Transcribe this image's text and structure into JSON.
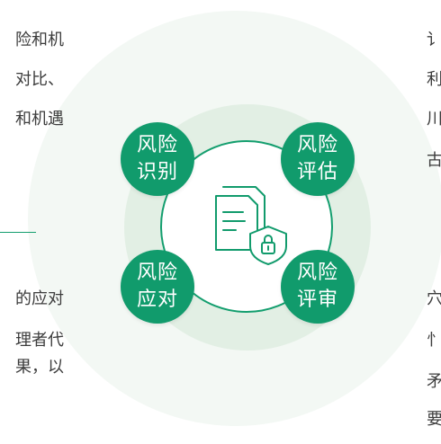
{
  "nodes": [
    {
      "line1": "风险",
      "line2": "识别"
    },
    {
      "line1": "风险",
      "line2": "评估"
    },
    {
      "line1": "风险",
      "line2": "应对"
    },
    {
      "line1": "风险",
      "line2": "评审"
    }
  ],
  "left_text": [
    "险和机",
    "对比、",
    "和机遇",
    "的应对",
    "理者代",
    "果，以"
  ],
  "right_text": [
    "讠",
    "利",
    "川",
    "古",
    "穴",
    "忄",
    "矛",
    "要"
  ],
  "colors": {
    "accent": "#119b6c",
    "outer_ring": "#f3f8f4",
    "mid_ring": "#e2efe4"
  },
  "icons": [
    "document-shield-lock-icon"
  ]
}
